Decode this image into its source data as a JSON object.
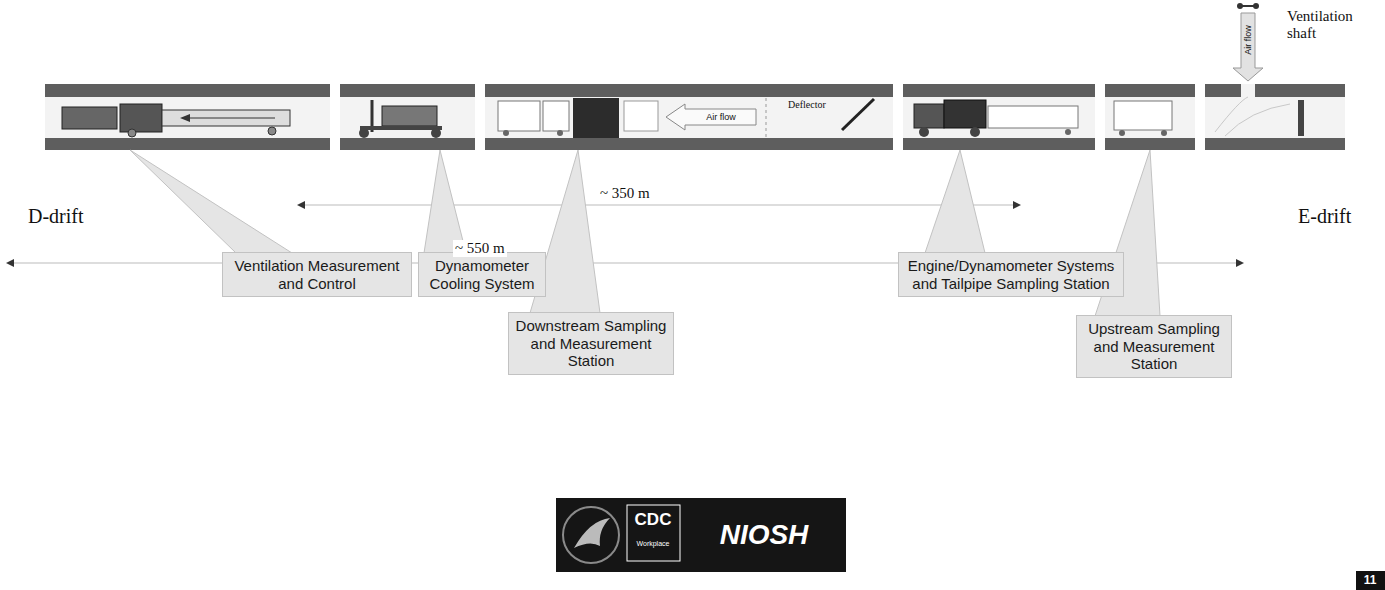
{
  "diagram": {
    "nodes": [
      {
        "text": [
          "Ventilation Measurement and Control"
        ]
      },
      {
        "text": [
          "Dynamometer Cooling System"
        ]
      },
      {
        "text": [
          "Downstream Sampling and Measurement Station"
        ]
      },
      {
        "text": [
          "Engine/Dynamometer Systems and Tailpipe Sampling Station"
        ]
      },
      {
        "text": [
          "Upstream Sampling and Measurement Station"
        ]
      }
    ],
    "labels": [
      "Ventilation shaft",
      "Air flow",
      "D-drift",
      "~ 350 m",
      "~ 550 m",
      "E-drift",
      "Air flow",
      "Deflector",
      "CDC",
      "Workplace",
      "NIOSH",
      "11"
    ]
  }
}
